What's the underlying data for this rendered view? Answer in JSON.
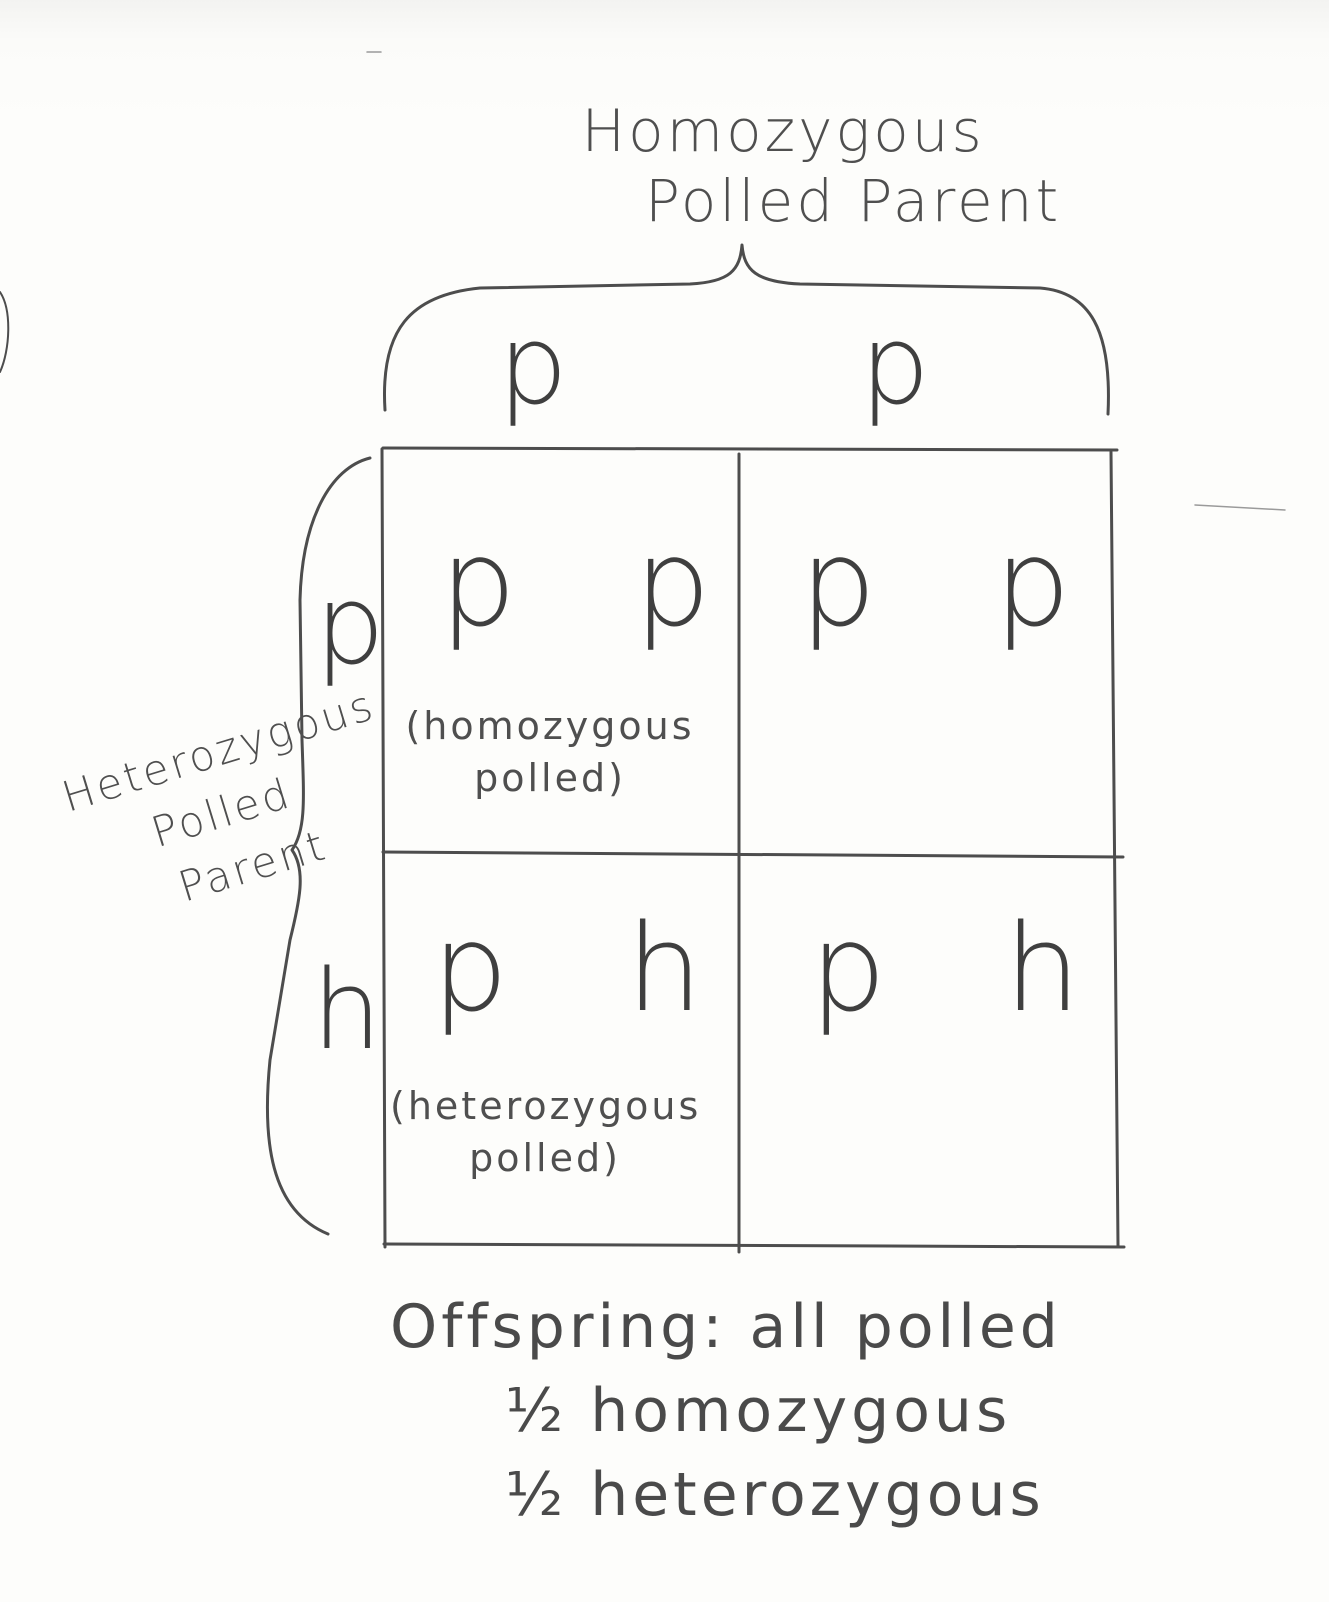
{
  "top_parent": {
    "line1": "Homozygous",
    "line2": "Polled Parent",
    "alleles": [
      "p",
      "p"
    ]
  },
  "side_parent": {
    "line1": "Heterozygous",
    "line2": "Polled",
    "line3": "Parent",
    "alleles": [
      "p",
      "h"
    ]
  },
  "cells": [
    {
      "genotype": "p p",
      "note_line1": "(homozygous",
      "note_line2": "polled)"
    },
    {
      "genotype": "p p",
      "note_line1": "",
      "note_line2": ""
    },
    {
      "genotype": "p h",
      "note_line1": "(heterozygous",
      "note_line2": "polled)"
    },
    {
      "genotype": "p h",
      "note_line1": "",
      "note_line2": ""
    }
  ],
  "summary": {
    "line1": "Offspring: all polled",
    "line2": "½ homozygous",
    "line3": "½ heterozygous"
  }
}
